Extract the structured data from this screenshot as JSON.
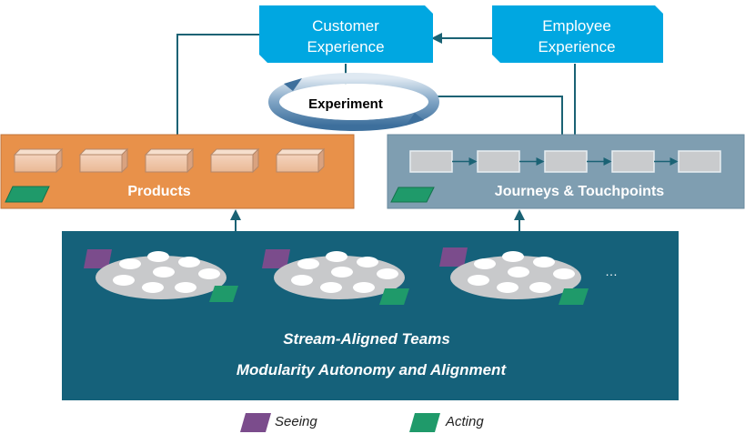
{
  "top": {
    "customer_line1": "Customer",
    "customer_line2": "Experience",
    "employee_line1": "Employee",
    "employee_line2": "Experience"
  },
  "cycle": {
    "label": "Experiment"
  },
  "products": {
    "title": "Products",
    "color": "#e8914a"
  },
  "journeys": {
    "title": "Journeys & Touchpoints",
    "color": "#7f9eb1"
  },
  "teams": {
    "line1": "Stream-Aligned Teams",
    "line2": "Modularity Autonomy and Alignment",
    "ellipsis": "…",
    "color": "#15617a"
  },
  "legend": {
    "seeing": "Seeing",
    "acting": "Acting",
    "seeing_color": "#7b4c8c",
    "acting_color": "#1f9a6a"
  },
  "colors": {
    "experience_box": "#00a7e1",
    "connector": "#1a6274"
  }
}
